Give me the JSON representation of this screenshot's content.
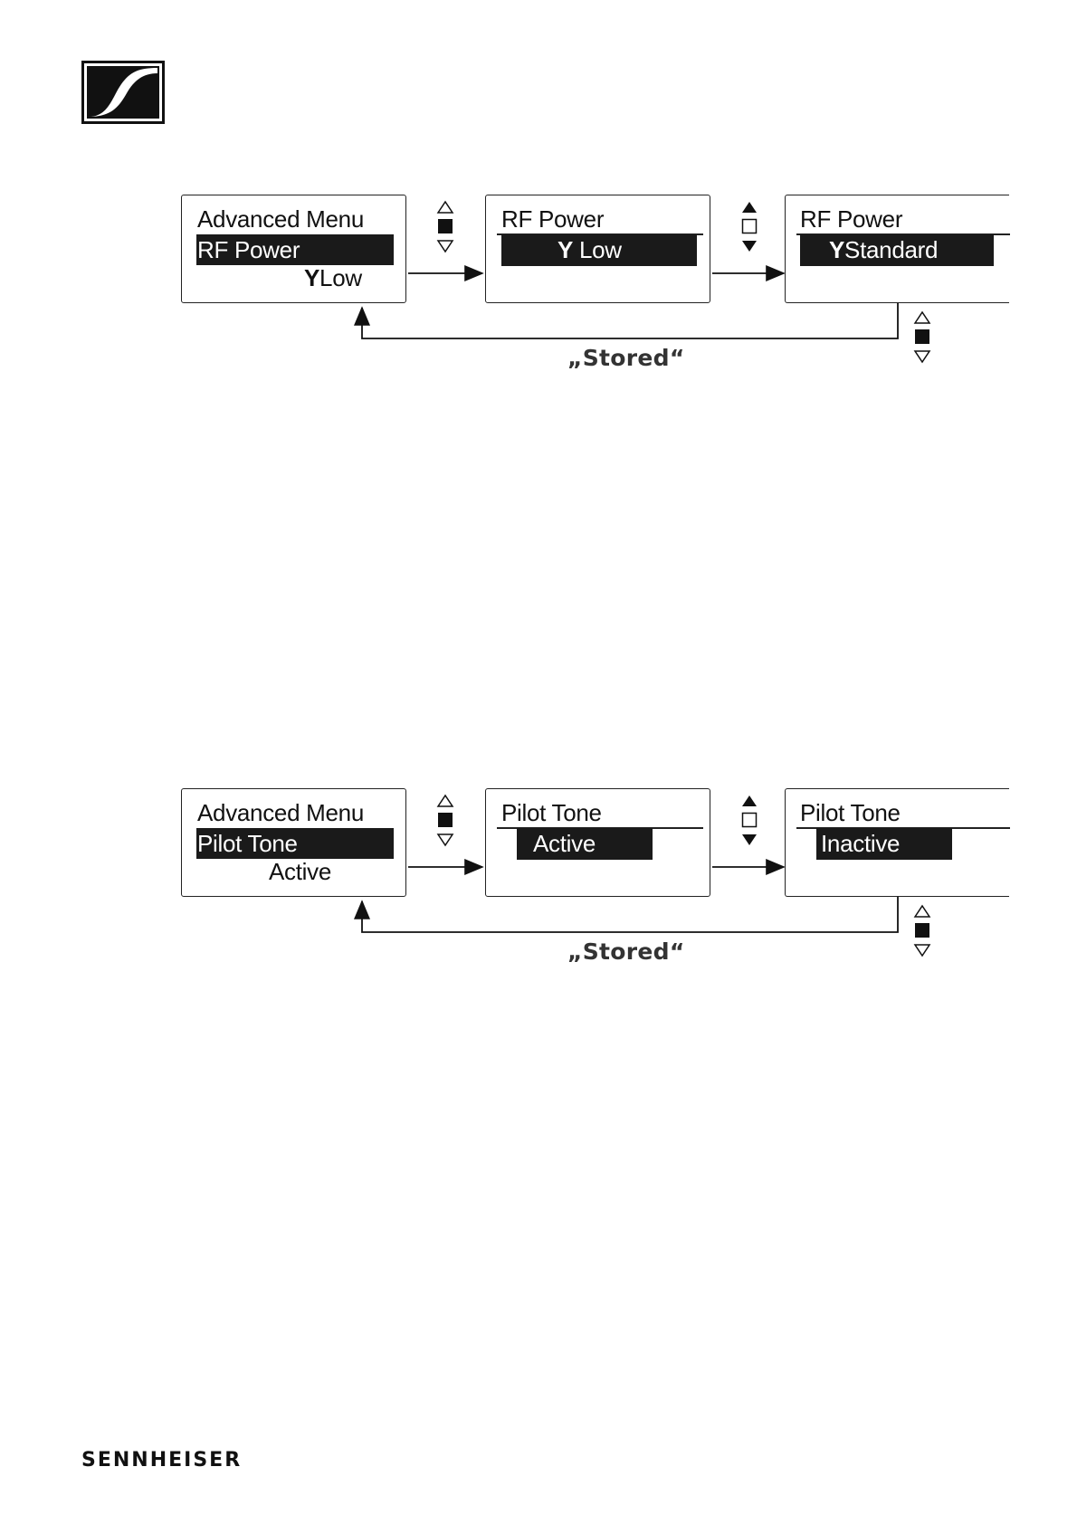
{
  "brand": {
    "wordmark": "SENNHEISER",
    "logo_icon": "sennheiser-logo-icon"
  },
  "diagram_rf": {
    "screen1": {
      "title": "Advanced Menu",
      "item": "RF Power",
      "value": "Low",
      "antenna_icon": "antenna-icon"
    },
    "screen2": {
      "title": "RF Power",
      "value": "Low",
      "antenna_icon": "antenna-icon"
    },
    "screen3": {
      "title": "RF Power",
      "value": "Standard",
      "antenna_icon": "antenna-icon"
    },
    "store_label": "„Stored“",
    "nav_icons": [
      "up-down-buttons-icon",
      "set-button-icon"
    ]
  },
  "diagram_pilot": {
    "screen1": {
      "title": "Advanced Menu",
      "item": "Pilot Tone",
      "value": "Active"
    },
    "screen2": {
      "title": "Pilot Tone",
      "value": "Active"
    },
    "screen3": {
      "title": "Pilot Tone",
      "value": "Inactive"
    },
    "store_label": "„Stored“"
  },
  "colors": {
    "ink": "#1a1a1a",
    "paper": "#ffffff"
  }
}
